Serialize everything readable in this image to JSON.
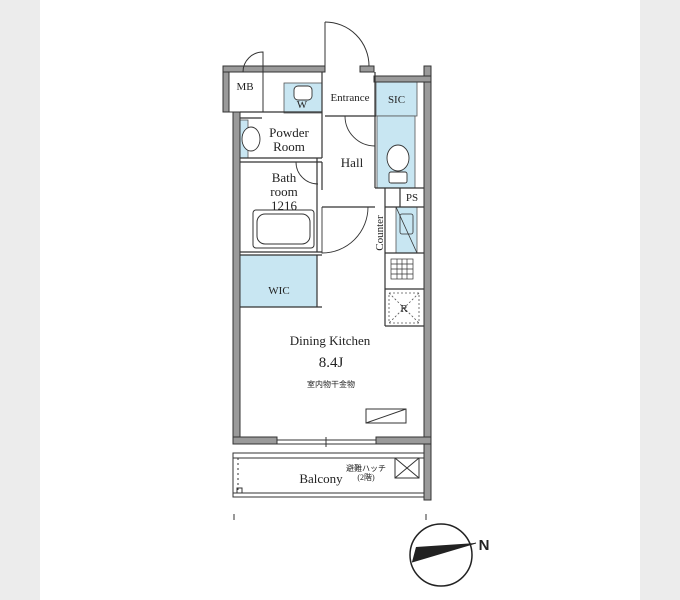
{
  "rooms": {
    "mb": "MB",
    "w": "W",
    "entrance": "Entrance",
    "sic": "SIC",
    "powder_room": [
      "Powder",
      "Room"
    ],
    "hall": "Hall",
    "bath_room": [
      "Bath",
      "room",
      "1216"
    ],
    "ps": "PS",
    "counter": "Counter",
    "wic": "WIC",
    "r": "R",
    "dining_kitchen": "Dining Kitchen",
    "dining_kitchen_size": "8.4J",
    "indoor_drying": "室内物干金物",
    "balcony": "Balcony",
    "evacuation_hatch": [
      "避難ハッチ",
      "(2階)"
    ]
  },
  "compass": {
    "label": "N"
  },
  "colors": {
    "fixture_fill": "#c8e6f2",
    "wall": "#9a9a9a",
    "line": "#333333",
    "background": "#ececec",
    "sheet": "#ffffff"
  }
}
